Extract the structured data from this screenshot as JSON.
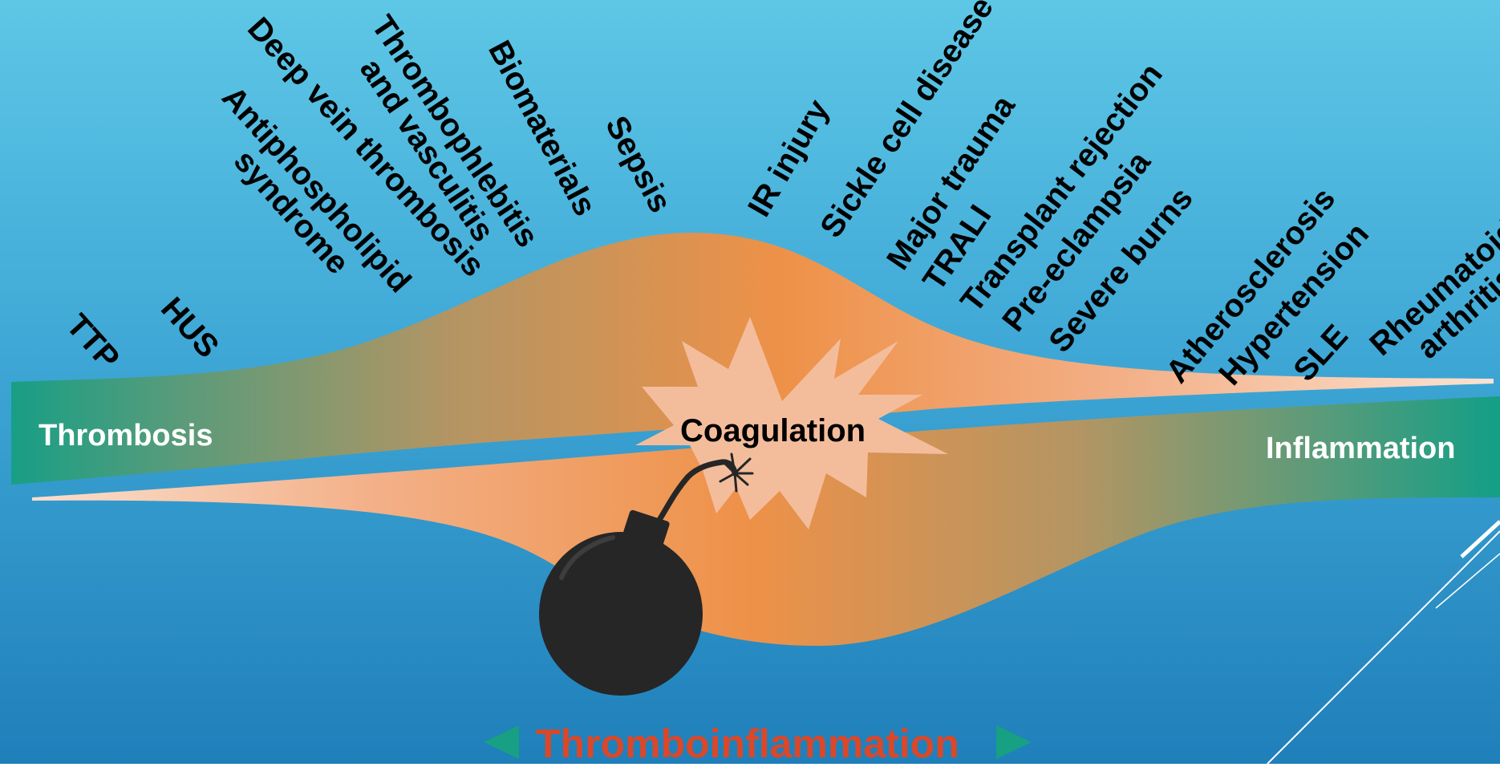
{
  "ends": {
    "left": "Thrombosis",
    "right": "Inflammation",
    "center": "Coagulation"
  },
  "bottom_label": "Thromboinflammation",
  "diseases": [
    {
      "id": "ttp",
      "lines": [
        "TTP"
      ]
    },
    {
      "id": "hus",
      "lines": [
        "HUS"
      ]
    },
    {
      "id": "aps",
      "lines": [
        "Antiphospholipid",
        "syndrome"
      ]
    },
    {
      "id": "dvt",
      "lines": [
        "Deep vein thrombosis"
      ]
    },
    {
      "id": "thrombophlebitis",
      "lines": [
        "Thrombophlebitis",
        "and vasculitis"
      ]
    },
    {
      "id": "biomaterials",
      "lines": [
        "Biomaterials"
      ]
    },
    {
      "id": "sepsis",
      "lines": [
        "Sepsis"
      ]
    },
    {
      "id": "ir-injury",
      "lines": [
        "IR injury"
      ]
    },
    {
      "id": "sickle-cell",
      "lines": [
        "Sickle cell disease"
      ]
    },
    {
      "id": "major-trauma",
      "lines": [
        "Major trauma"
      ]
    },
    {
      "id": "trali",
      "lines": [
        "TRALI"
      ]
    },
    {
      "id": "transplant",
      "lines": [
        "Transplant rejection"
      ]
    },
    {
      "id": "pre-eclampsia",
      "lines": [
        "Pre-eclampsia"
      ]
    },
    {
      "id": "severe-burns",
      "lines": [
        "Severe burns"
      ]
    },
    {
      "id": "atherosclerosis",
      "lines": [
        "Atherosclerosis"
      ]
    },
    {
      "id": "hypertension",
      "lines": [
        "Hypertension"
      ]
    },
    {
      "id": "sle",
      "lines": [
        "SLE"
      ]
    },
    {
      "id": "rheumatoid",
      "lines": [
        "Rheumatoid",
        "arthritis"
      ]
    }
  ],
  "colors": {
    "teal": "#17a083",
    "orange": "#ee9148",
    "peach": "#f6c7a8",
    "starburst": "#f3bd9c",
    "bomb": "#262626",
    "bottom_text": "#d9482a"
  },
  "icons": [
    "bomb-icon",
    "starburst-icon",
    "arrow-left-icon",
    "arrow-right-icon"
  ]
}
